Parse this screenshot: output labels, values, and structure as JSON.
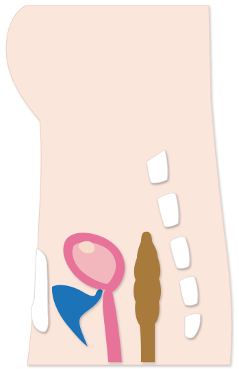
{
  "figure": {
    "kind": "sagittal-section-illustration",
    "labels": []
  },
  "colors": {
    "background": "#ffffff",
    "body": "#fbe6db",
    "body_outline": "#e8cfc2",
    "bone": "#ffffff",
    "bone_shadow": "#d9d9d9",
    "uterus_wall": "#e8739a",
    "uterus_cavity": "#f2b7bd",
    "ovary_fibroid": "#f6dcc9",
    "bladder": "#1f73b8",
    "rectum": "#a87a3a"
  },
  "structures": [
    {
      "name": "torso-outline",
      "color_key": "body"
    },
    {
      "name": "pubic-bone",
      "color_key": "bone"
    },
    {
      "name": "bladder",
      "color_key": "bladder"
    },
    {
      "name": "uterus-vagina",
      "color_key": "uterus_wall"
    },
    {
      "name": "uterine-cavity",
      "color_key": "uterus_cavity"
    },
    {
      "name": "fibroid",
      "color_key": "ovary_fibroid"
    },
    {
      "name": "rectum",
      "color_key": "rectum"
    },
    {
      "name": "sacral-vertebrae",
      "color_key": "bone",
      "count": 5
    }
  ]
}
